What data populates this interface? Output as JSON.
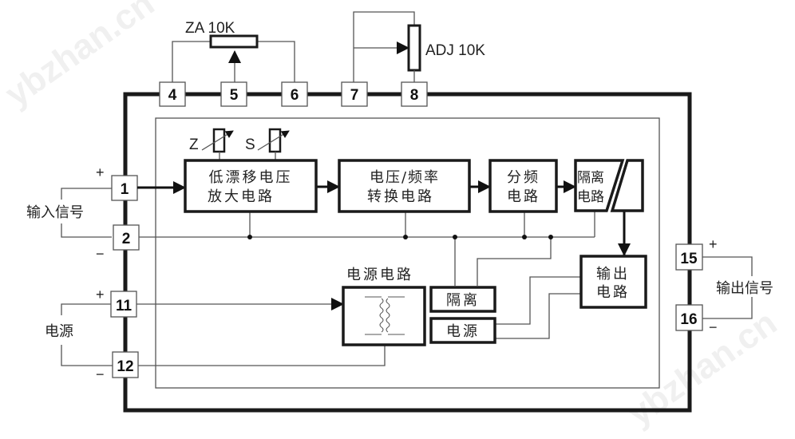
{
  "watermark": "ybzhan.cn",
  "potentiometers": {
    "za": "ZA  10K",
    "adj": "ADJ  10K"
  },
  "trim": {
    "z": "Z",
    "s": "S"
  },
  "terminals": {
    "t1": "1",
    "t2": "2",
    "t4": "4",
    "t5": "5",
    "t6": "6",
    "t7": "7",
    "t8": "8",
    "t11": "11",
    "t12": "12",
    "t15": "15",
    "t16": "16"
  },
  "signs": {
    "plus": "+",
    "minus": "−"
  },
  "external_labels": {
    "input_signal": "输入信号",
    "power": "电源",
    "output_signal": "输出信号"
  },
  "blocks": {
    "amp": {
      "line1": "低漂移电压",
      "line2": "放大电路"
    },
    "vf": {
      "line1": "电压/频率",
      "line2": "转换电路"
    },
    "div": {
      "line1": "分频",
      "line2": "电路"
    },
    "iso": {
      "line1": "隔离",
      "line2": "电路"
    },
    "out": {
      "line1": "输出",
      "line2": "电路"
    },
    "psu_title": "电源电路",
    "iso_small": "隔离",
    "pwr_small": "电源"
  }
}
